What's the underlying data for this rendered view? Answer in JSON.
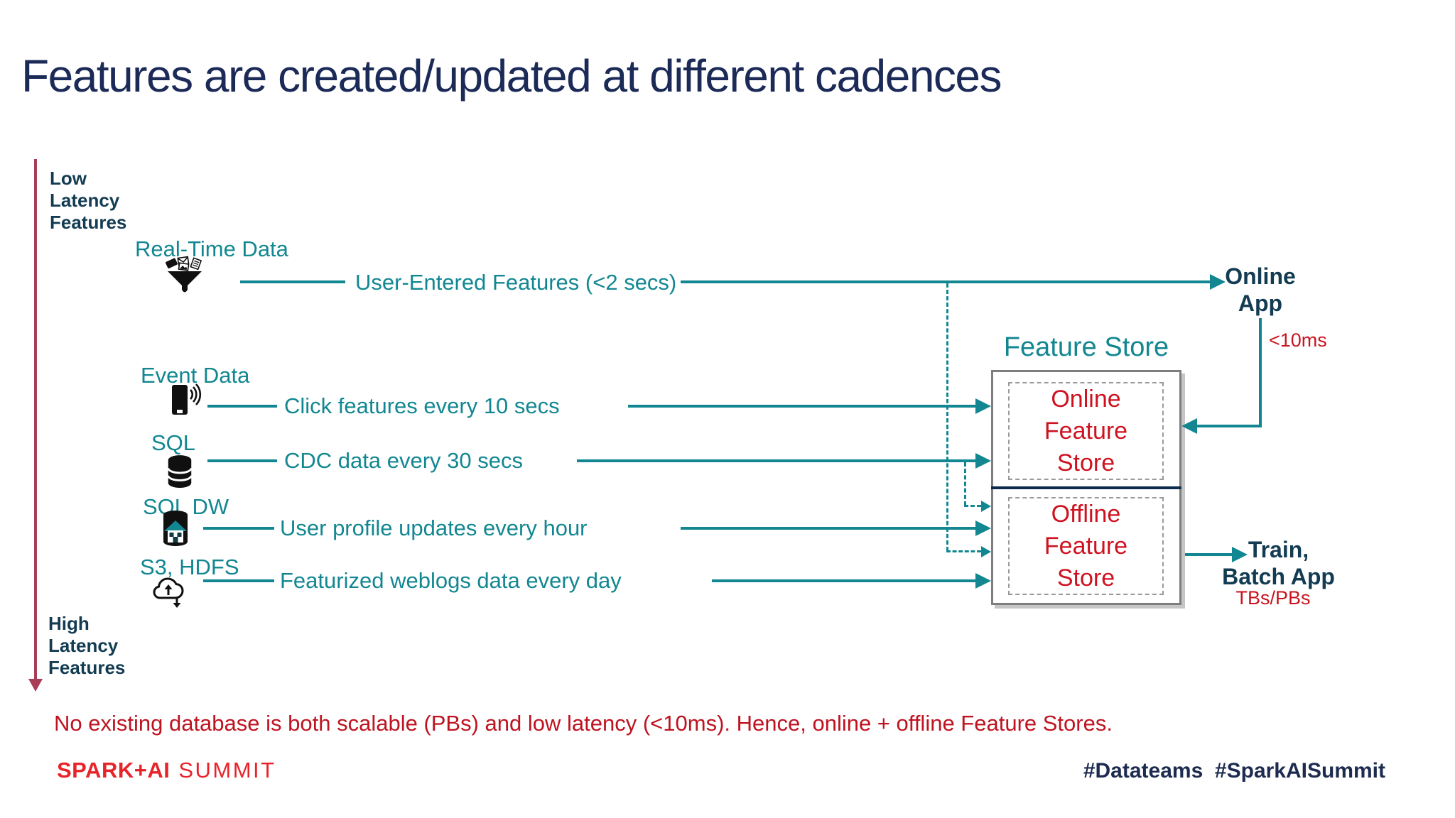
{
  "slide": {
    "title": "Features are created/updated at different cadences"
  },
  "latency_axis": {
    "low_label": "Low\nLatency\nFeatures",
    "high_label": "High\nLatency\nFeatures"
  },
  "rows": [
    {
      "source_label": "Real-Time Data",
      "icon": "funnel-icon",
      "feature_label": "User-Entered Features (<2 secs)"
    },
    {
      "source_label": "Event Data",
      "icon": "mobile-signal-icon",
      "feature_label": "Click features every 10 secs"
    },
    {
      "source_label": "SQL",
      "icon": "database-icon",
      "feature_label": "CDC data every 30 secs"
    },
    {
      "source_label": "SQL DW",
      "icon": "warehouse-icon",
      "feature_label": "User profile updates every hour"
    },
    {
      "source_label": "S3, HDFS",
      "icon": "cloud-transfer-icon",
      "feature_label": "Featurized weblogs data every day"
    }
  ],
  "feature_store": {
    "title": "Feature Store",
    "online_label": "Online\nFeature\nStore",
    "offline_label": "Offline\nFeature\nStore"
  },
  "online_app": {
    "label": "Online\nApp",
    "latency_note": "<10ms"
  },
  "train_batch_app": {
    "label": "Train,\nBatch App",
    "scale_note": "TBs/PBs"
  },
  "footnote": "No existing database is both scalable (PBs) and low latency (<10ms). Hence, online + offline Feature Stores.",
  "footer": {
    "logo_primary": "SPARK+AI",
    "logo_secondary": "SUMMIT",
    "hashtags": "#Datateams  #SparkAISummit"
  },
  "colors": {
    "teal": "#128791",
    "navy_title": "#1B2A57",
    "slate": "#133C52",
    "content_red": "#C81420",
    "store_red": "#CE1220",
    "logo_red": "#E8242B",
    "axis_maroon": "#A83D55",
    "box_border_gray": "#7E7E7E",
    "dashed_gray": "#9A9A9A",
    "divider_navy": "#0D2B4C"
  }
}
